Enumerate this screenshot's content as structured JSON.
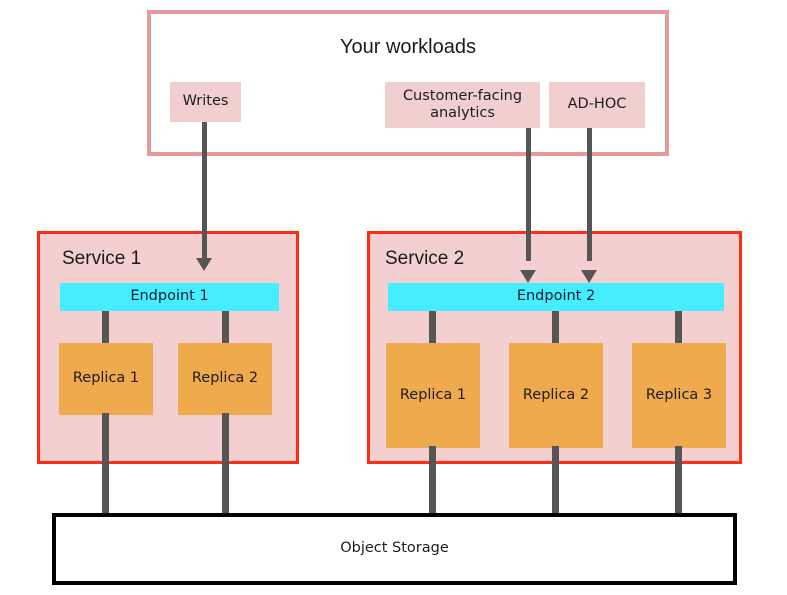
{
  "diagram": {
    "title": "Your workloads",
    "workloads": [
      {
        "label": "Writes",
        "name": "workload-writes"
      },
      {
        "label": "Customer-facing analytics",
        "name": "workload-customer-facing-analytics"
      },
      {
        "label": "AD-HOC",
        "name": "workload-ad-hoc"
      }
    ],
    "services": [
      {
        "title": "Service 1",
        "endpoint": "Endpoint 1",
        "replicas": [
          "Replica 1",
          "Replica 2"
        ]
      },
      {
        "title": "Service 2",
        "endpoint": "Endpoint 2",
        "replicas": [
          "Replica 1",
          "Replica 2",
          "Replica 3"
        ]
      }
    ],
    "storage": {
      "label": "Object Storage"
    },
    "colors": {
      "workload_frame_border": "#e89a9a",
      "workload_chip_fill": "#f2cfcf",
      "service_border": "#ff2d14",
      "service_fill": "#f3d0cf",
      "endpoint_fill": "#45eeff",
      "replica_fill": "#f0aa4e",
      "connector": "#555555",
      "storage_border": "#000000",
      "canvas": "#ffffff"
    }
  }
}
